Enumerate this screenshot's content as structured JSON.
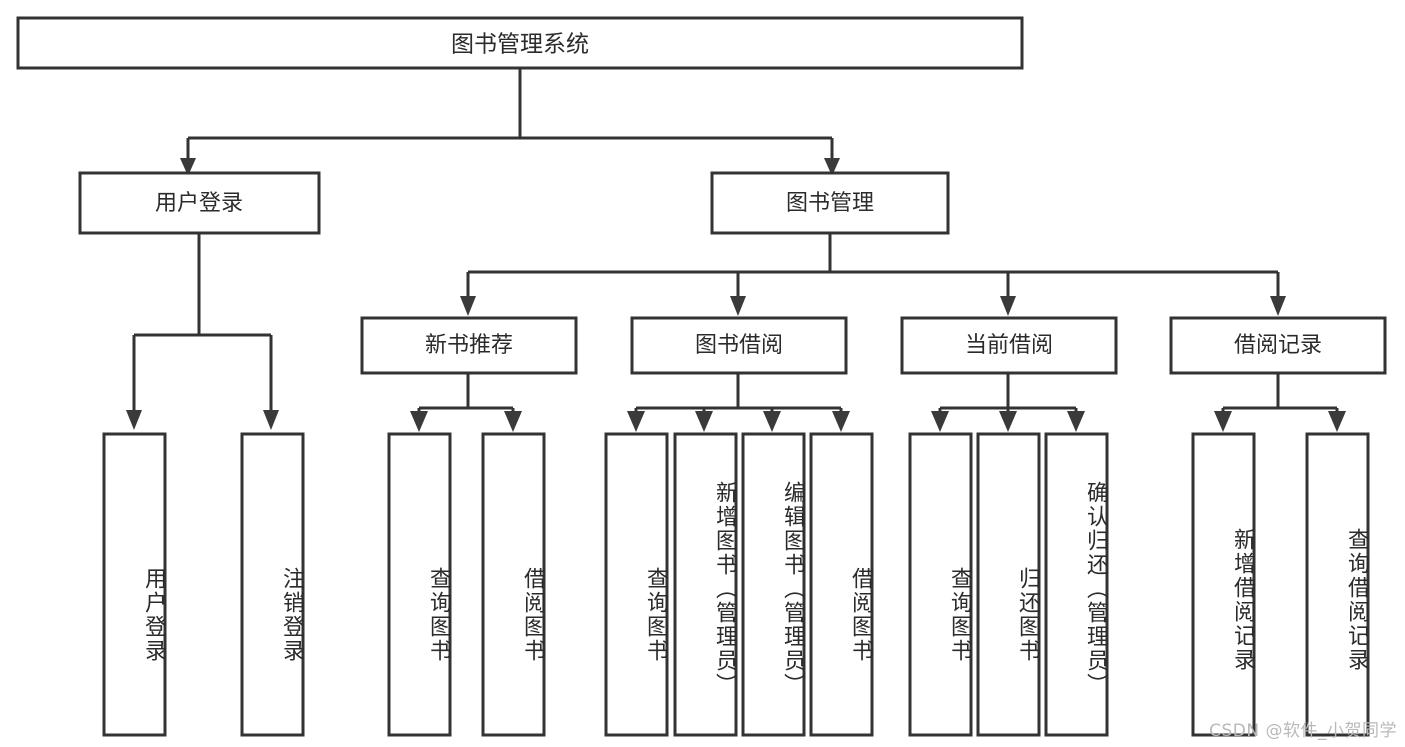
{
  "diagram": {
    "type": "tree-hierarchy",
    "title": "图书管理系统",
    "root": {
      "label": "图书管理系统",
      "id": "root"
    },
    "level2": [
      {
        "id": "user-login",
        "label": "用户登录"
      },
      {
        "id": "book-manage",
        "label": "图书管理"
      }
    ],
    "level3": [
      {
        "id": "new-book-recommend",
        "label": "新书推荐",
        "parent": "book-manage"
      },
      {
        "id": "book-borrow",
        "label": "图书借阅",
        "parent": "book-manage"
      },
      {
        "id": "current-borrow",
        "label": "当前借阅",
        "parent": "book-manage"
      },
      {
        "id": "borrow-record",
        "label": "借阅记录",
        "parent": "book-manage"
      }
    ],
    "leaves": {
      "user-login": [
        {
          "id": "leaf-user-login",
          "label": "用户登录"
        },
        {
          "id": "leaf-user-logout",
          "label": "注销登录"
        }
      ],
      "new-book-recommend": [
        {
          "id": "leaf-query-book-1",
          "label": "查询图书"
        },
        {
          "id": "leaf-borrow-book-1",
          "label": "借阅图书"
        }
      ],
      "book-borrow": [
        {
          "id": "leaf-query-book-2",
          "label": "查询图书"
        },
        {
          "id": "leaf-add-book",
          "label": "新增图书（管理员）"
        },
        {
          "id": "leaf-edit-book",
          "label": "编辑图书（管理员）"
        },
        {
          "id": "leaf-borrow-book-2",
          "label": "借阅图书"
        }
      ],
      "current-borrow": [
        {
          "id": "leaf-query-book-3",
          "label": "查询图书"
        },
        {
          "id": "leaf-return-book",
          "label": "归还图书"
        },
        {
          "id": "leaf-confirm-return",
          "label": "确认归还（管理员）"
        }
      ],
      "borrow-record": [
        {
          "id": "leaf-add-record",
          "label": "新增借阅记录"
        },
        {
          "id": "leaf-query-record",
          "label": "查询借阅记录"
        }
      ]
    }
  },
  "watermark": {
    "text": "CSDN @软件_小贺同学"
  },
  "colors": {
    "background": "#ffffff",
    "stroke": "#333333",
    "text": "#2b2b2b",
    "watermark": "#b9b9b9"
  }
}
